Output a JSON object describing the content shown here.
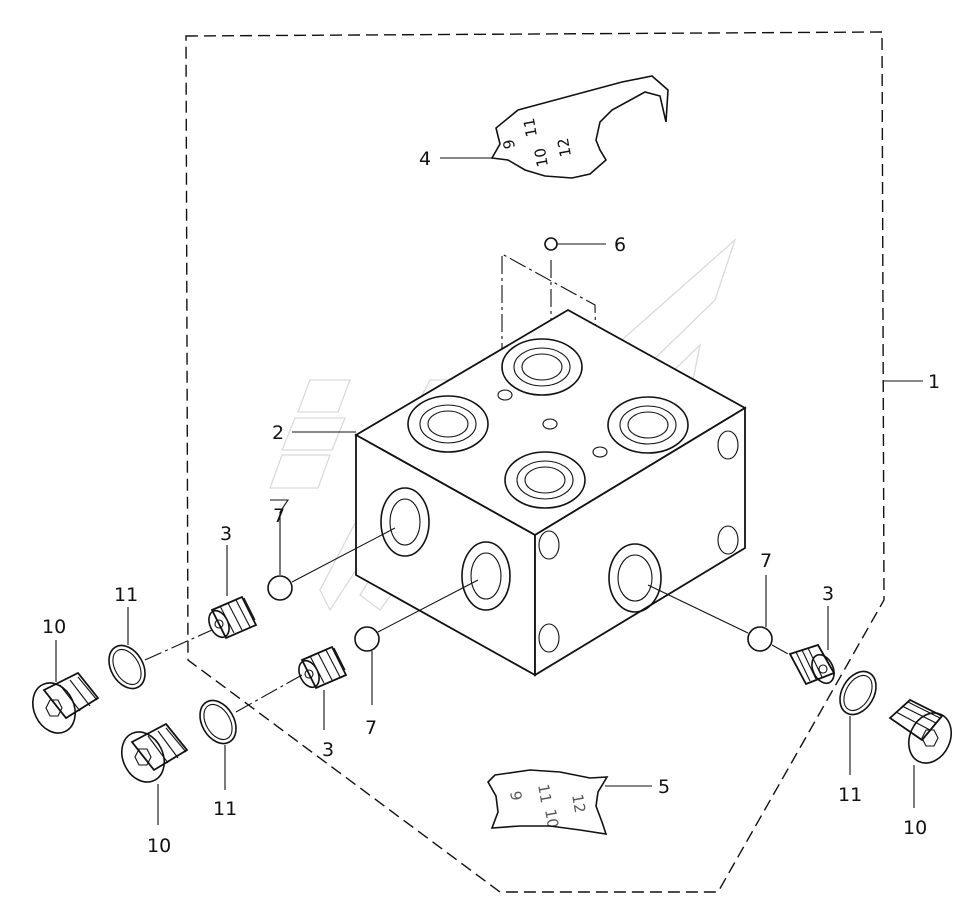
{
  "callouts": {
    "c1": "1",
    "c2": "2",
    "c3a": "3",
    "c3b": "3",
    "c3c": "3",
    "c4": "4",
    "c5": "5",
    "c6": "6",
    "c7a": "7",
    "c7b": "7",
    "c7c": "7",
    "c10a": "10",
    "c10b": "10",
    "c10c": "10",
    "c11a": "11",
    "c11b": "11",
    "c11c": "11"
  },
  "plate_top": {
    "n1": "9",
    "n2": "11",
    "n3": "10",
    "n4": "12"
  },
  "plate_bottom": {
    "n1": "9",
    "n2": "11",
    "n3": "10",
    "n4": "12"
  }
}
